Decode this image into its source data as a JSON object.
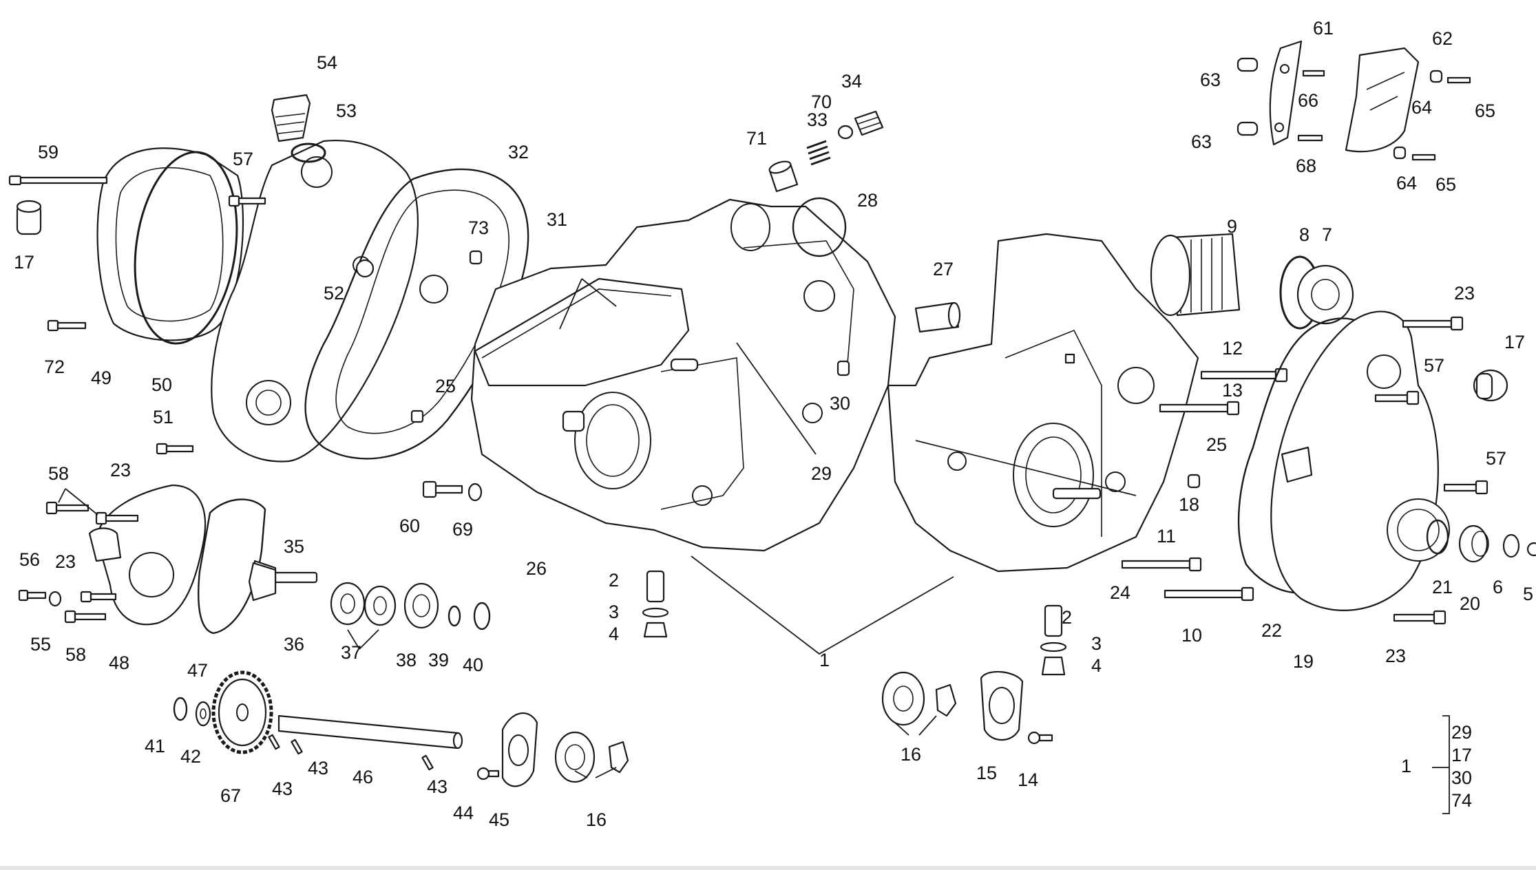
{
  "callouts": {
    "c1": "1",
    "c2a": "2",
    "c2b": "2",
    "c3a": "3",
    "c3b": "3",
    "c4a": "4",
    "c4b": "4",
    "c5": "5",
    "c6": "6",
    "c7": "7",
    "c8": "8",
    "c9": "9",
    "c10": "10",
    "c11": "11",
    "c12": "12",
    "c13": "13",
    "c14": "14",
    "c15": "15",
    "c16a": "16",
    "c16b": "16",
    "c17a": "17",
    "c17b": "17",
    "c18": "18",
    "c19": "19",
    "c20": "20",
    "c21": "21",
    "c22": "22",
    "c23a": "23",
    "c23b": "23",
    "c23c": "23",
    "c23d": "23",
    "c24": "24",
    "c25a": "25",
    "c25b": "25",
    "c26": "26",
    "c27": "27",
    "c28": "28",
    "c29": "29",
    "c30": "30",
    "c31": "31",
    "c32": "32",
    "c33": "33",
    "c34": "34",
    "c35": "35",
    "c36": "36",
    "c37": "37",
    "c38": "38",
    "c39": "39",
    "c40": "40",
    "c41": "41",
    "c42": "42",
    "c43a": "43",
    "c43b": "43",
    "c43c": "43",
    "c44": "44",
    "c45": "45",
    "c46": "46",
    "c47": "47",
    "c48": "48",
    "c49": "49",
    "c50": "50",
    "c51": "51",
    "c52": "52",
    "c53": "53",
    "c54": "54",
    "c55": "55",
    "c56": "56",
    "c57a": "57",
    "c57b": "57",
    "c57c": "57",
    "c58a": "58",
    "c58b": "58",
    "c59": "59",
    "c60": "60",
    "c61": "61",
    "c62": "62",
    "c63a": "63",
    "c63b": "63",
    "c64a": "64",
    "c64b": "64",
    "c65a": "65",
    "c65b": "65",
    "c66": "66",
    "c67": "67",
    "c68": "68",
    "c69": "69",
    "c70": "70",
    "c71": "71",
    "c72": "72",
    "c73": "73"
  },
  "kit_legend": {
    "parent": "1",
    "includes": [
      "29",
      "17",
      "30",
      "74"
    ]
  }
}
